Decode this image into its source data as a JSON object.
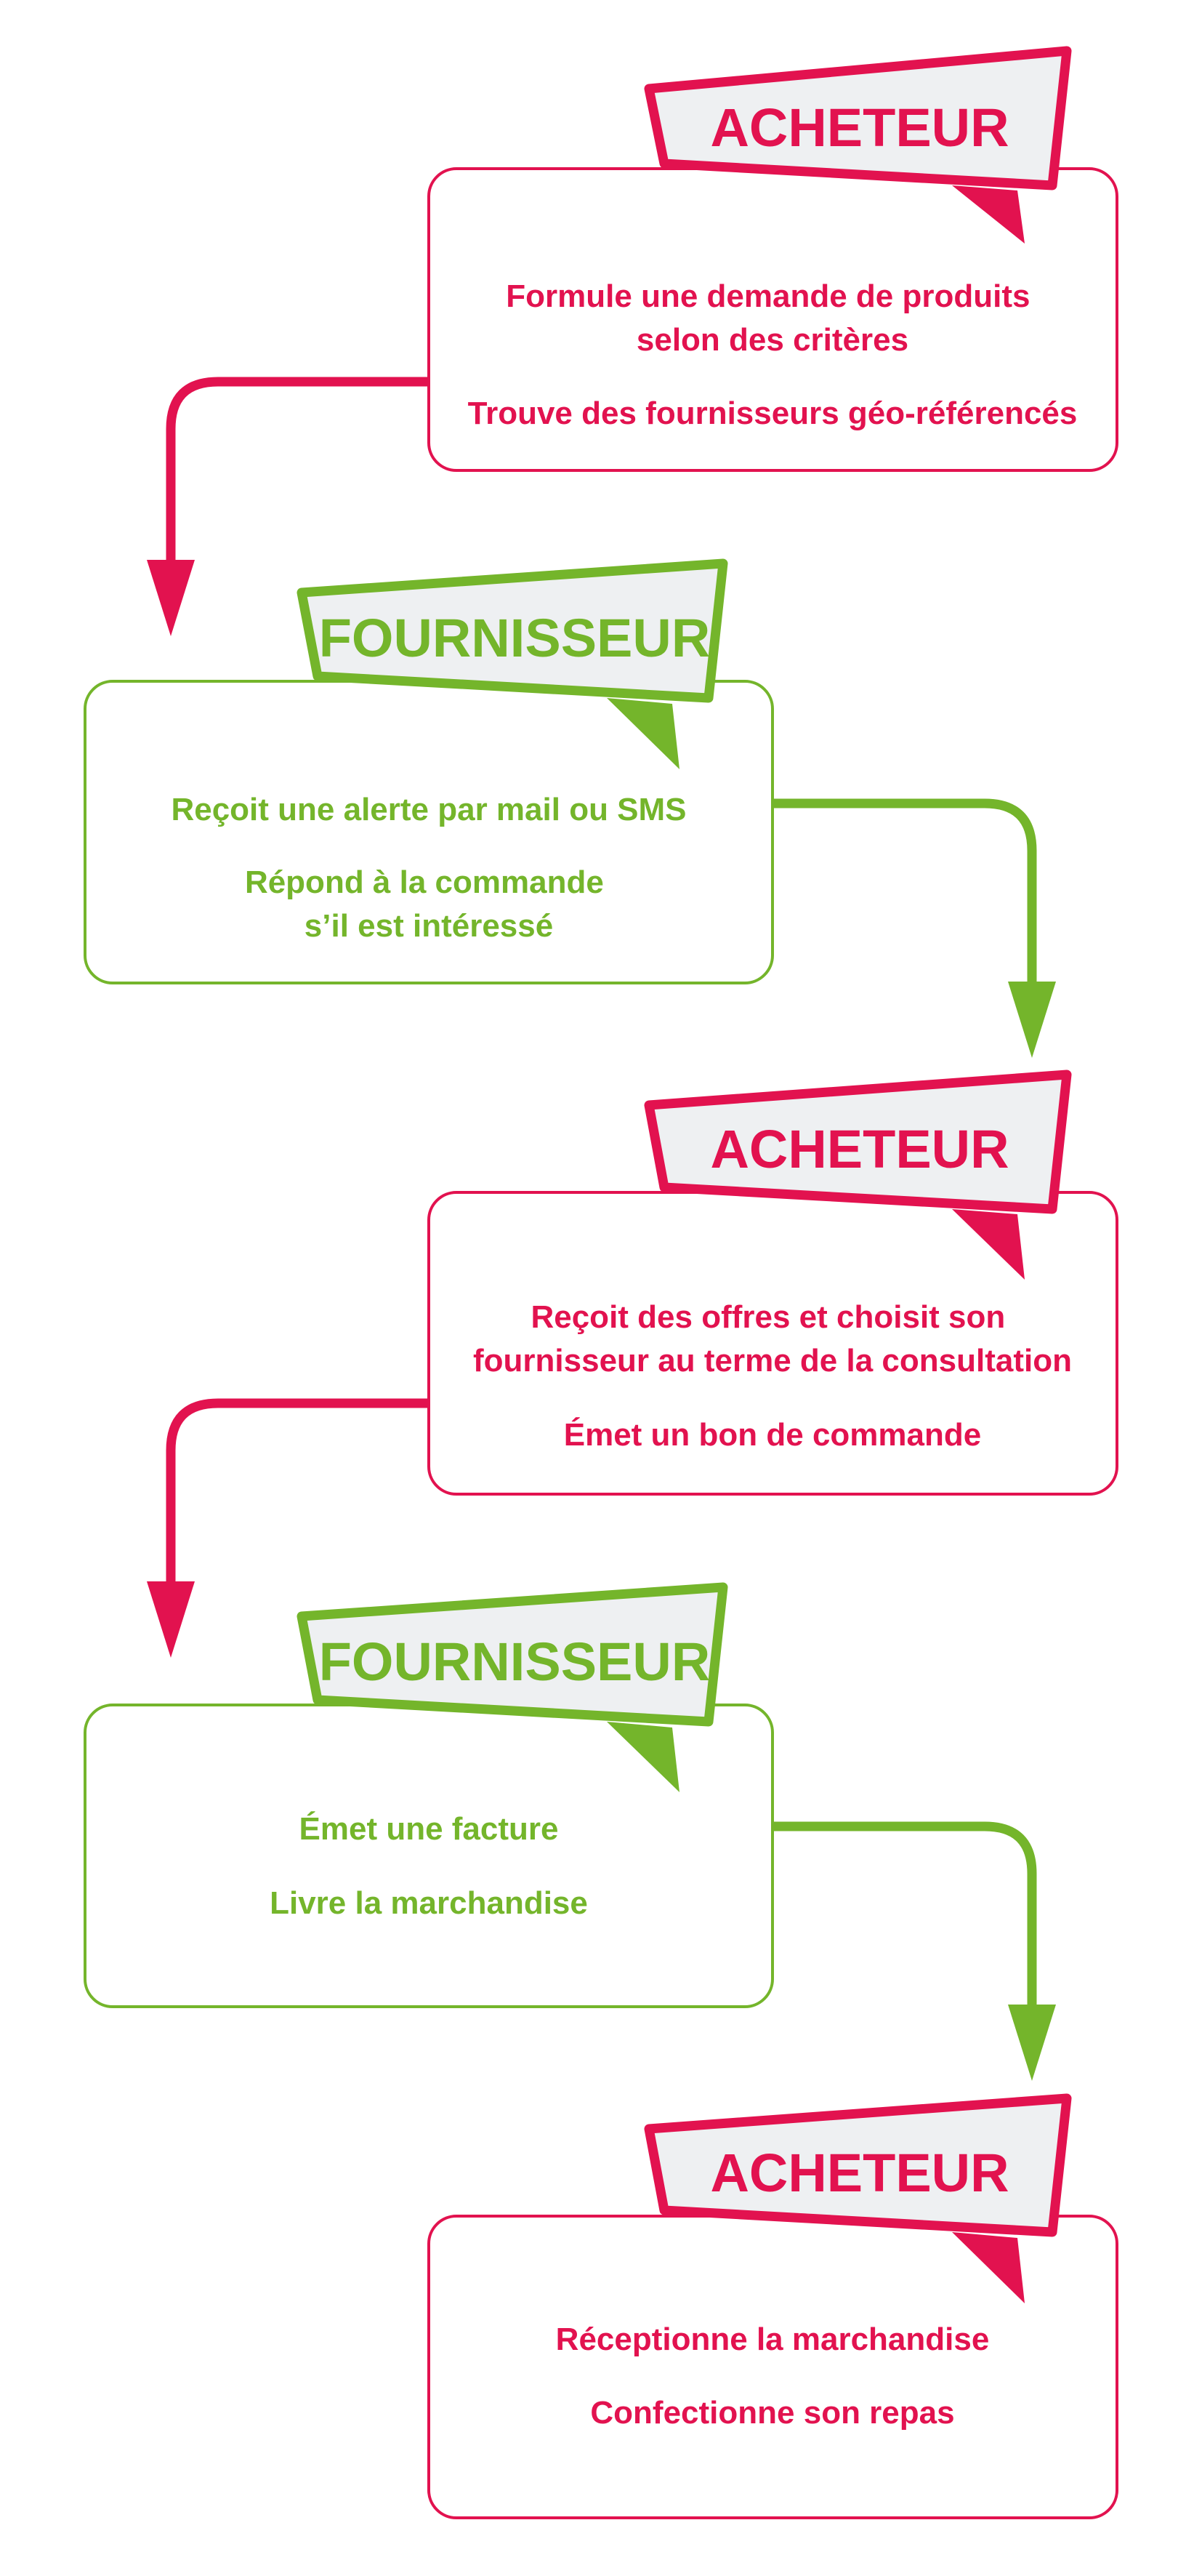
{
  "colors": {
    "buyer": "#e2124f",
    "supplier": "#74b52b",
    "tag_fill": "#eef0f2"
  },
  "steps": [
    {
      "role": "ACHETEUR",
      "lines": [
        "Formule une demande de produits",
        "selon des critères"
      ],
      "lines2": [
        "Trouve des fournisseurs géo-référencés"
      ]
    },
    {
      "role": "FOURNISSEUR",
      "lines": [
        "Reçoit une alerte par mail ou SMS"
      ],
      "lines2": [
        "Répond à la commande",
        "s’il est intéressé"
      ]
    },
    {
      "role": "ACHETEUR",
      "lines": [
        "Reçoit des offres et choisit son",
        "fournisseur au terme de la consultation"
      ],
      "lines2": [
        "Émet un bon de commande"
      ]
    },
    {
      "role": "FOURNISSEUR",
      "lines": [
        "Émet une facture"
      ],
      "lines2": [
        "Livre la marchandise"
      ]
    },
    {
      "role": "ACHETEUR",
      "lines": [
        "Réceptionne la marchandise"
      ],
      "lines2": [
        "Confectionne son repas"
      ]
    }
  ]
}
